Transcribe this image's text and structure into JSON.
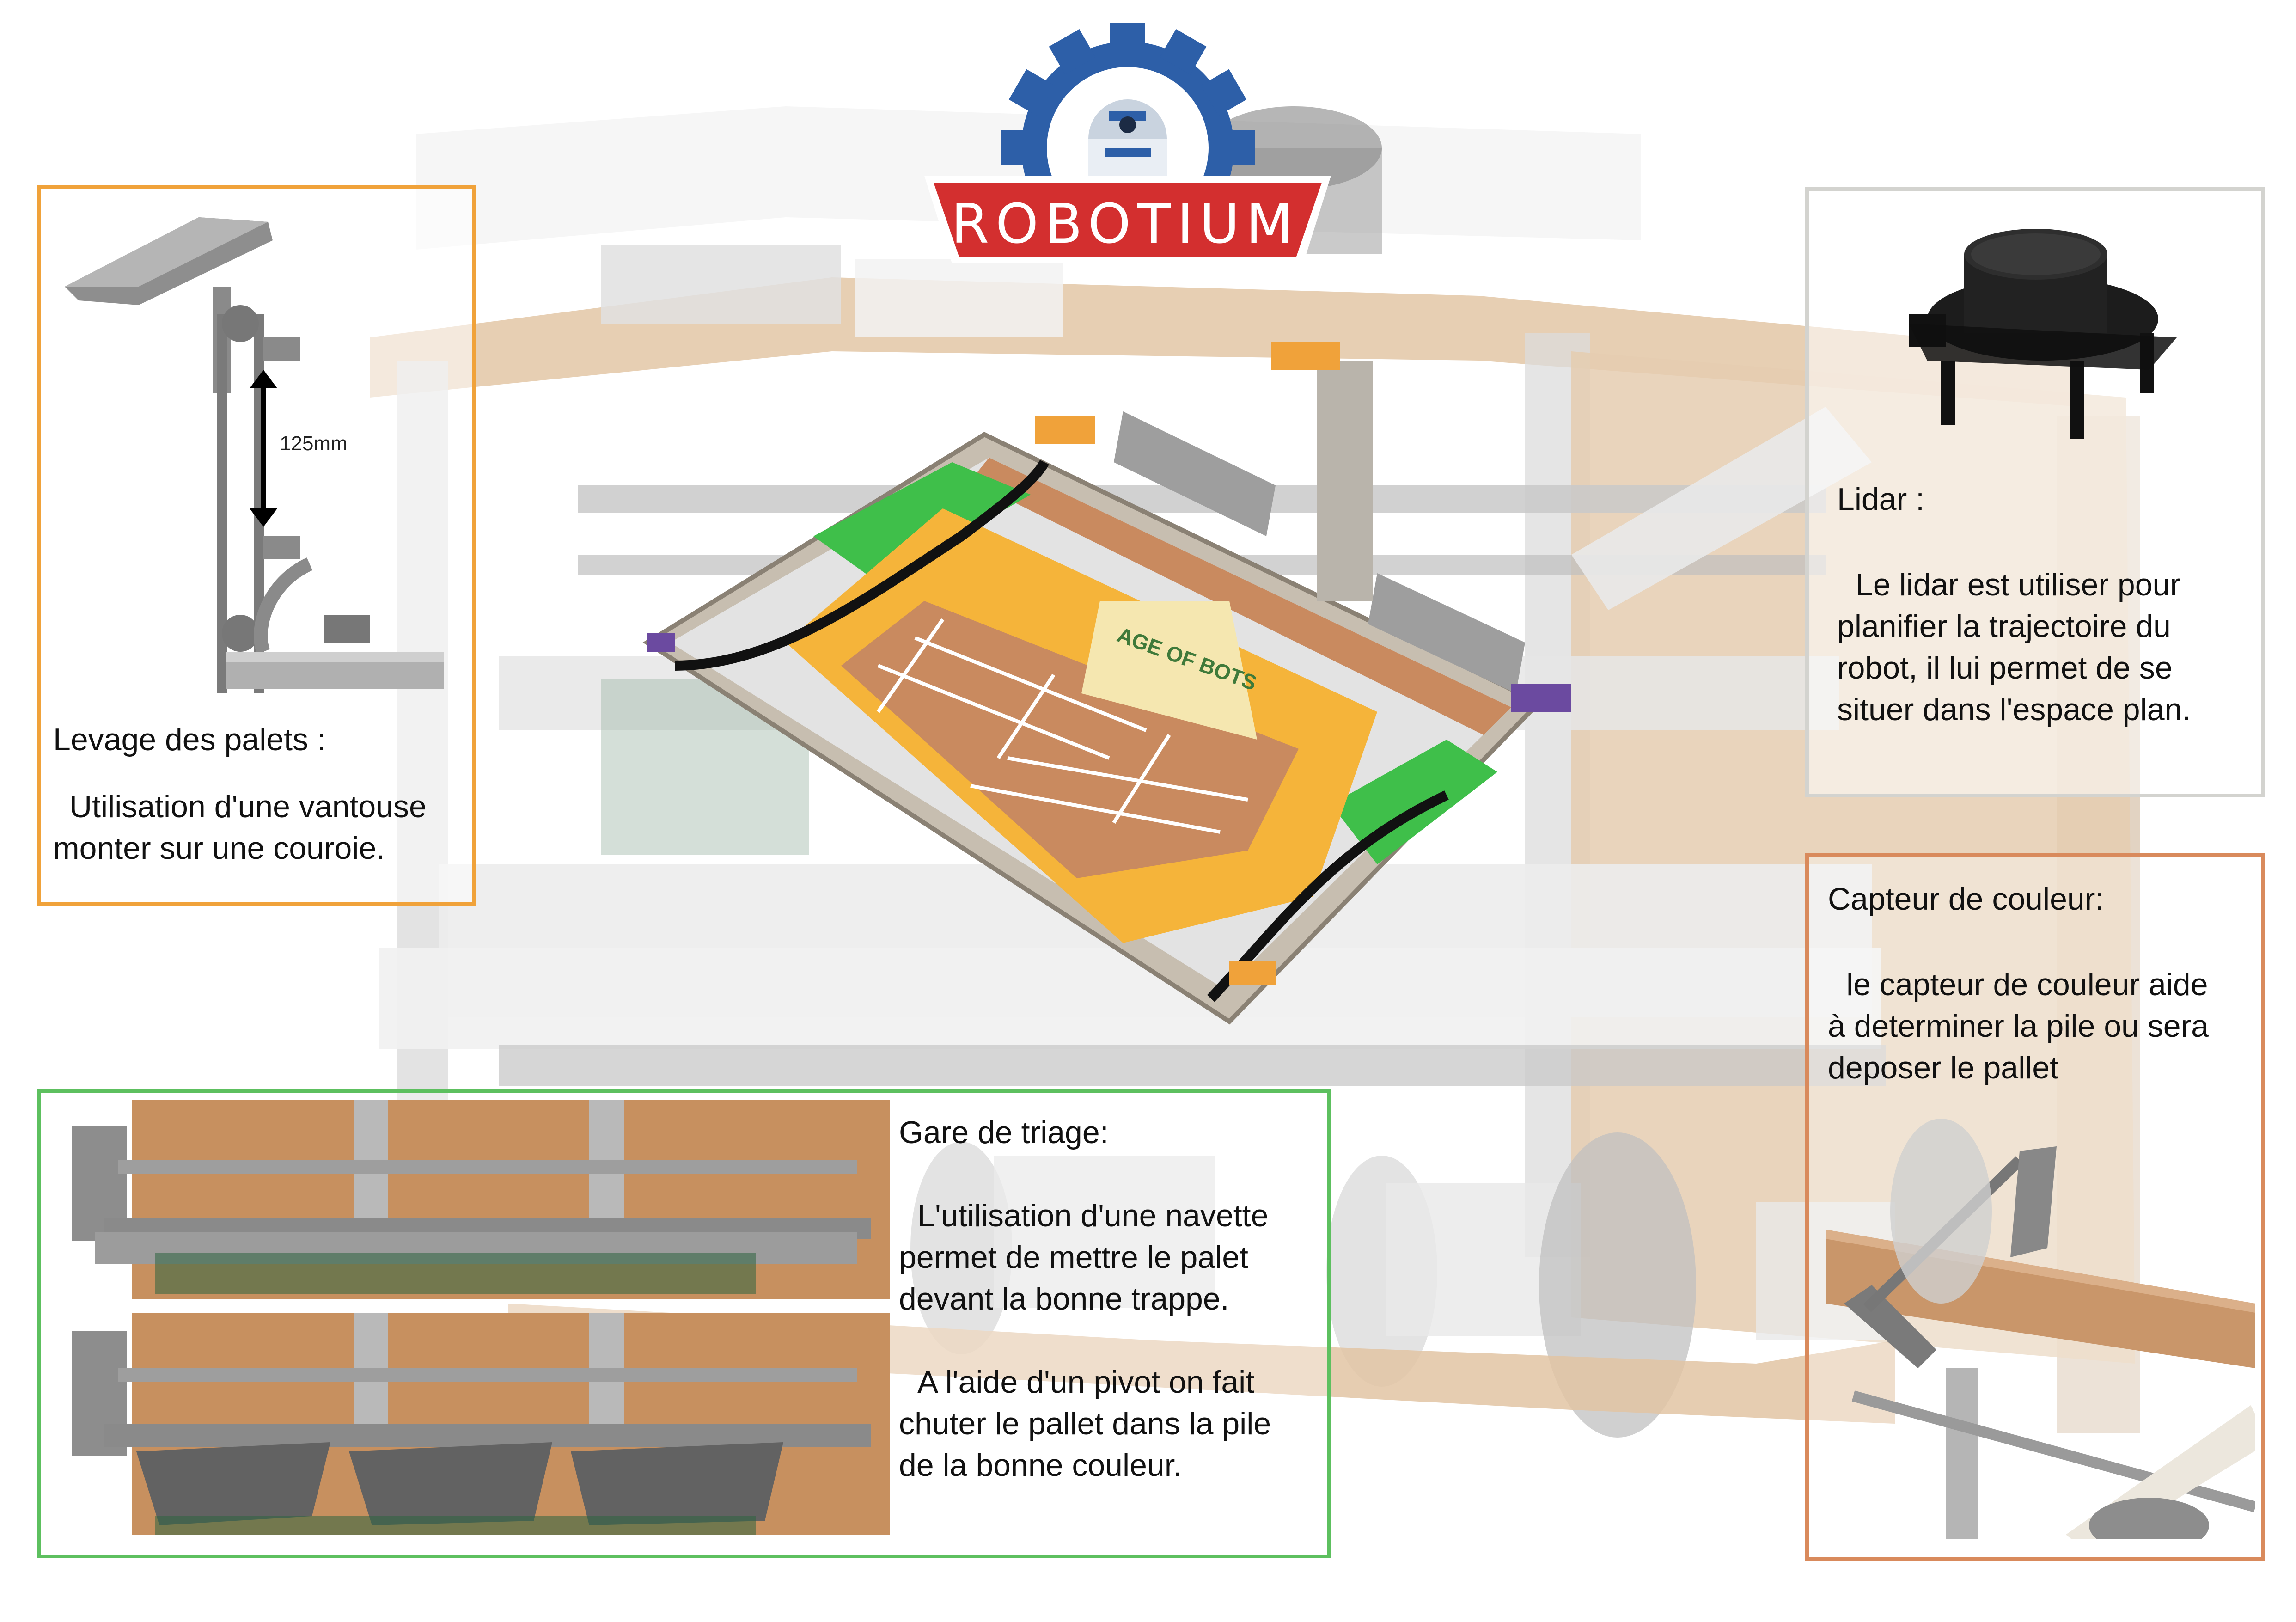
{
  "logo": {
    "brand_text": "ROBOTIUM"
  },
  "colors": {
    "orange_frame": "#f0a23a",
    "gray_frame": "#d3d3cf",
    "brown_frame": "#d98a5c",
    "green_frame": "#5dc05f",
    "logo_red": "#d32f2f",
    "logo_blue": "#2d5fa8"
  },
  "lifting": {
    "dimension": "125mm",
    "title": "Levage des palets :",
    "line1": "Utilisation d'une vantouse",
    "line2": "monter sur une couroie."
  },
  "lidar": {
    "title": "Lidar :",
    "lines": [
      "Le lidar est utiliser pour",
      "planifier la trajectoire du",
      "robot, il lui permet de se",
      "situer dans l'espace plan."
    ]
  },
  "color_sensor": {
    "title": "Capteur de couleur:",
    "lines": [
      "le capteur de couleur aide",
      "à determiner la pile ou sera",
      "deposer le pallet"
    ]
  },
  "sorting": {
    "title": "Gare de triage:",
    "para1": [
      "L'utilisation d'une navette",
      "permet de mettre le palet",
      "devant la bonne trappe."
    ],
    "para2": [
      "A l'aide d'un pivot on fait",
      "chuter le pallet dans la pile",
      "de la bonne couleur."
    ]
  },
  "field": {
    "sign_text": "AGE OF BOTS"
  }
}
